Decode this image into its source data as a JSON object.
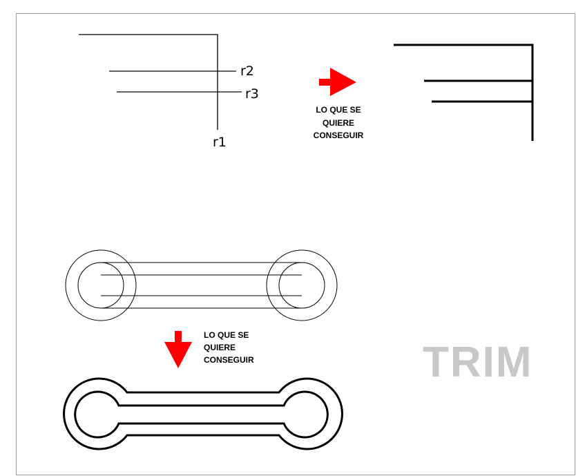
{
  "top_example": {
    "labels": {
      "r1": "r1",
      "r2": "r2",
      "r3": "r3"
    },
    "caption": [
      "LO QUE SE",
      "QUIERE",
      "CONSEGUIR"
    ]
  },
  "bottom_example": {
    "caption": [
      "LO QUE SE",
      "QUIERE",
      "CONSEGUIR"
    ]
  },
  "title": "TRIM",
  "colors": {
    "arrow": "#ff0000",
    "title": "#c8c8c8",
    "line": "#000000"
  }
}
